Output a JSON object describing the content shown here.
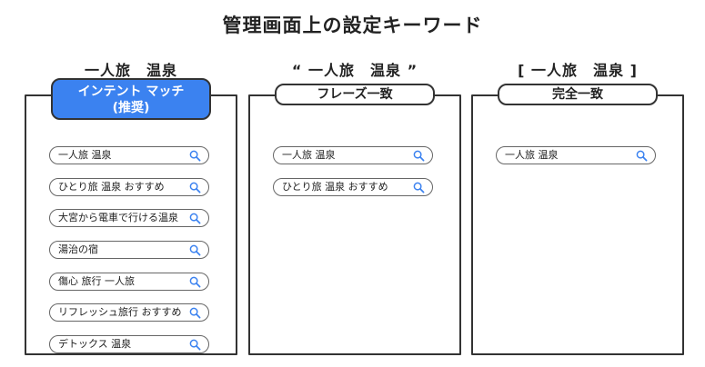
{
  "title": "管理画面上の設定キーワード",
  "columns": [
    {
      "heading": "一人旅　温泉",
      "tag_line1": "インテント マッチ",
      "tag_line2": "(推奨)",
      "keywords": [
        "一人旅 温泉",
        "ひとり旅 温泉 おすすめ",
        "大宮から電車で行ける温泉",
        "湯治の宿",
        "傷心 旅行 一人旅",
        "リフレッシュ旅行 おすすめ",
        "デトックス 温泉"
      ]
    },
    {
      "heading": "“ 一人旅　温泉 ”",
      "tag": "フレーズ一致",
      "keywords": [
        "一人旅 温泉",
        "ひとり旅 温泉 おすすめ"
      ]
    },
    {
      "heading": "[ 一人旅　温泉 ]",
      "tag": "完全一致",
      "keywords": [
        "一人旅 温泉"
      ]
    }
  ],
  "colors": {
    "accent": "#3b82f0",
    "search_icon": "#3b82f0"
  },
  "icons": {
    "search": "magnifier-icon"
  }
}
